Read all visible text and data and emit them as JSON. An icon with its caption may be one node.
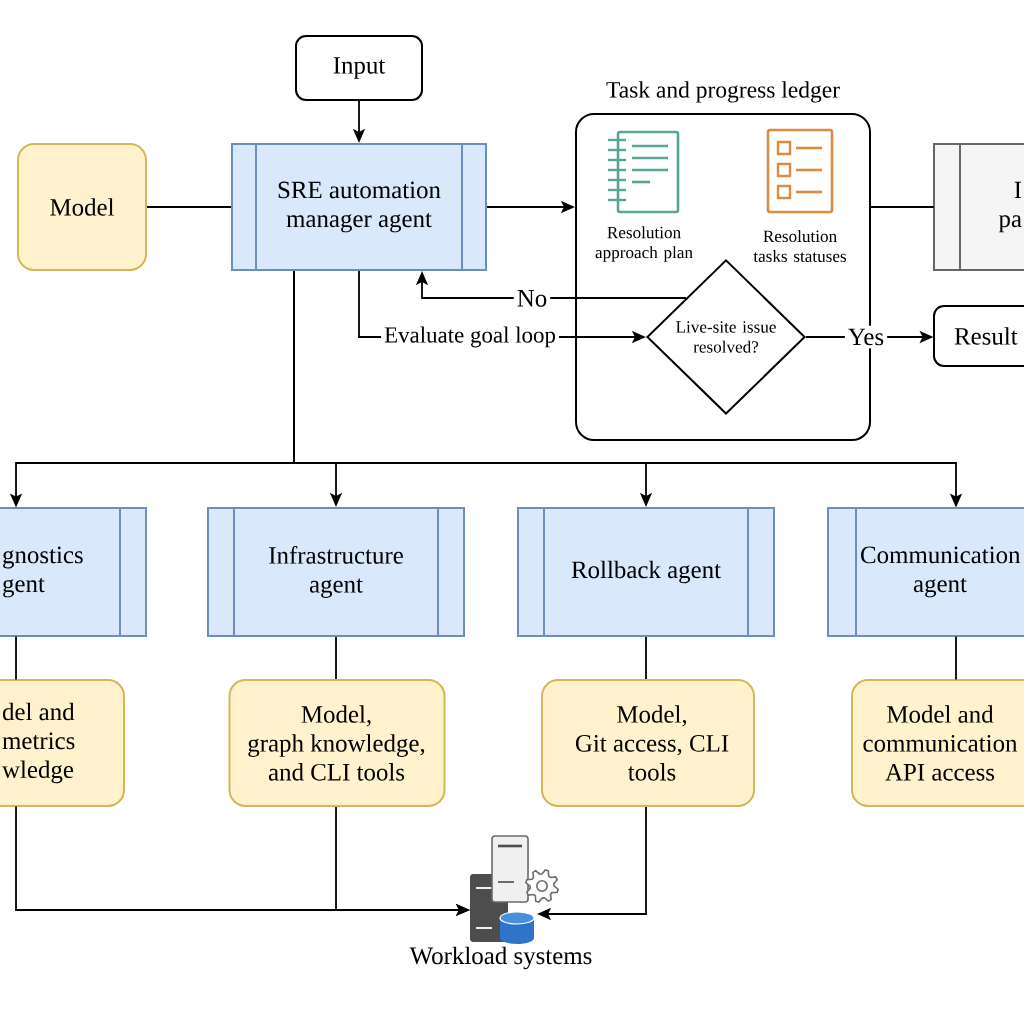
{
  "diagram": {
    "nodes": [
      {
        "text": [
          "Input"
        ]
      },
      {
        "text": [
          "Model"
        ]
      },
      {
        "text": [
          "SRE automation manager agent"
        ]
      },
      {
        "text": [
          "Task and progress ledger"
        ]
      },
      {
        "text": [
          "Resolution approach plan"
        ],
        "in": 3
      },
      {
        "text": [
          "Resolution tasks statuses"
        ],
        "in": 3
      },
      {
        "text": [
          "Live-site issue resolved?"
        ],
        "in": 3
      },
      {
        "text": [
          "I pa"
        ]
      },
      {
        "text": [
          "Result"
        ]
      },
      {
        "text": [
          "gnostics gent"
        ]
      },
      {
        "text": [
          "Infrastructure agent"
        ]
      },
      {
        "text": [
          "Rollback agent"
        ]
      },
      {
        "text": [
          "Communication agent"
        ]
      },
      {
        "text": [
          "del and metrics wledge"
        ]
      },
      {
        "text": [
          "Model, graph knowledge, and CLI tools"
        ]
      },
      {
        "text": [
          "Model, Git access, CLI tools"
        ]
      },
      {
        "text": [
          "Model and communication API access"
        ]
      },
      {
        "text": [
          "Workload systems"
        ]
      }
    ],
    "edges": [
      {
        "from": 0,
        "to": 2,
        "arrow": "to"
      },
      {
        "from": 1,
        "to": 2,
        "arrow": "none"
      },
      {
        "from": 2,
        "to": 3,
        "arrow": "to"
      },
      {
        "from": 3,
        "to": 7,
        "arrow": "none"
      },
      {
        "from": 2,
        "to": 6,
        "arrow": "to",
        "label": "Evaluate goal loop"
      },
      {
        "from": 6,
        "to": 2,
        "arrow": "to",
        "label": "No"
      },
      {
        "from": 6,
        "to": 8,
        "arrow": "to",
        "label": "Yes"
      },
      {
        "from": 2,
        "to": 9,
        "arrow": "to"
      },
      {
        "from": 2,
        "to": 10,
        "arrow": "to"
      },
      {
        "from": 2,
        "to": 11,
        "arrow": "to"
      },
      {
        "from": 2,
        "to": 12,
        "arrow": "to"
      },
      {
        "from": 9,
        "to": 13,
        "arrow": "none"
      },
      {
        "from": 10,
        "to": 14,
        "arrow": "none"
      },
      {
        "from": 11,
        "to": 15,
        "arrow": "none"
      },
      {
        "from": 12,
        "to": 16,
        "arrow": "none"
      },
      {
        "from": 13,
        "to": 17,
        "arrow": "to"
      },
      {
        "from": 14,
        "to": 17,
        "arrow": "to"
      },
      {
        "from": 15,
        "to": 17,
        "arrow": "to"
      }
    ]
  }
}
